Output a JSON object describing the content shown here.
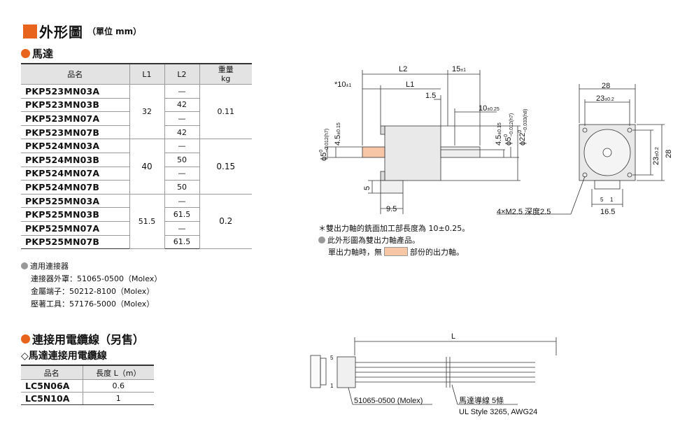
{
  "heading": {
    "title": "外形圖",
    "unit": "（單位 mm）"
  },
  "motor_section": {
    "title": "馬達",
    "columns": [
      "品名",
      "L1",
      "L2",
      "重量",
      "kg"
    ],
    "rows": [
      {
        "pn": "PKP523MN03A",
        "l2": "—"
      },
      {
        "pn": "PKP523MN03B",
        "l2": "42"
      },
      {
        "pn": "PKP523MN07A",
        "l2": "—"
      },
      {
        "pn": "PKP523MN07B",
        "l2": "42"
      },
      {
        "pn": "PKP524MN03A",
        "l2": "—"
      },
      {
        "pn": "PKP524MN03B",
        "l2": "50"
      },
      {
        "pn": "PKP524MN07A",
        "l2": "—"
      },
      {
        "pn": "PKP524MN07B",
        "l2": "50"
      },
      {
        "pn": "PKP525MN03A",
        "l2": "—"
      },
      {
        "pn": "PKP525MN03B",
        "l2": "61.5"
      },
      {
        "pn": "PKP525MN07A",
        "l2": "—"
      },
      {
        "pn": "PKP525MN07B",
        "l2": "61.5"
      }
    ],
    "groups": [
      {
        "l1": "32",
        "weight": "0.11"
      },
      {
        "l1": "40",
        "weight": "0.15"
      },
      {
        "l1": "51.5",
        "weight": "0.2"
      }
    ]
  },
  "connector_notes": {
    "title": "適用連接器",
    "housing": "連接器外罩：51065-0500（Molex）",
    "terminal": "金屬端子：50212-8100（Molex）",
    "tool": "壓著工具：57176-5000（Molex）"
  },
  "cable_section": {
    "title": "連接用電纜線（另售）",
    "subtitle": "◇馬達連接用電纜線",
    "columns": [
      "品名",
      "長度 L（m）"
    ],
    "rows": [
      {
        "pn": "LC5N06A",
        "length": "0.6"
      },
      {
        "pn": "LC5N10A",
        "length": "1"
      }
    ]
  },
  "drawing": {
    "L2": "L2",
    "L1": "L1",
    "d15": "15",
    "d15tol": "±1",
    "d10": "*10",
    "d10tol": "±1",
    "d1_5": "1.5",
    "d10b": "10",
    "d10btol": "±0.25",
    "v4_5": "4.5",
    "v4_5tol": "±0.15",
    "v5": "ϕ5",
    "v5tol_top": "0",
    "v5tol_bot": "−0.012(h7)",
    "v22": "ϕ22",
    "v22tol_top": "0",
    "v22tol_bot": "−0.033(h8)",
    "d5": "5",
    "d9_5": "9.5",
    "d28": "28",
    "d23": "23",
    "d23tol": "±0.2",
    "d16_5": "16.5",
    "screw": "4×M2.5 深度2.5",
    "pin5": "5",
    "pin1": "1"
  },
  "drawing_notes": {
    "n1": "＊雙出力軸的銑面加工部長度為 10±0.25。",
    "n2": "此外形圖為雙出力軸產品。",
    "n3a": "單出力軸時，無",
    "n3b": "部份的出力軸。"
  },
  "cable_drawing": {
    "L": "L",
    "pin5": "5",
    "pin1": "1",
    "connector": "51065-0500 (Molex)",
    "leads": "馬達導線 5條",
    "spec": "UL Style 3265, AWG24"
  }
}
